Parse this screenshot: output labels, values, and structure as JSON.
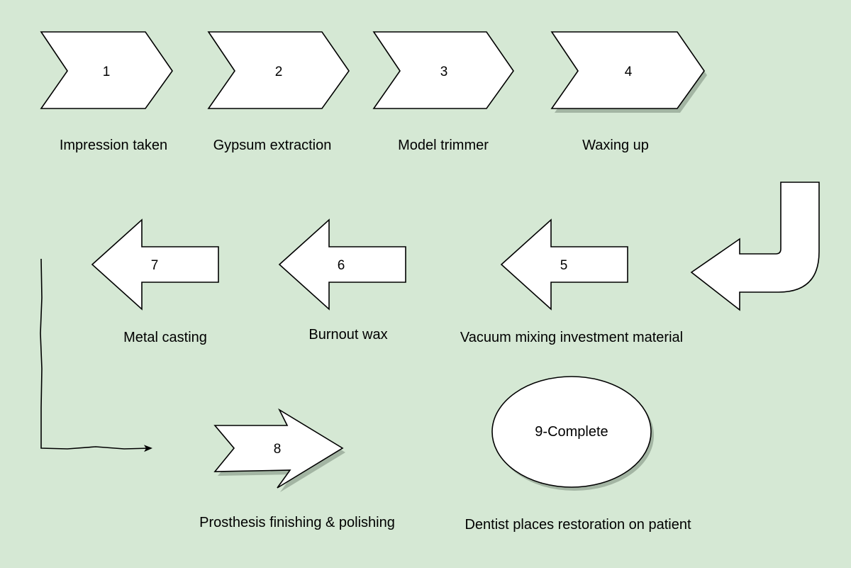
{
  "colors": {
    "background": "#d5e8d4",
    "shape_fill": "#ffffff",
    "stroke": "#000000"
  },
  "steps": [
    {
      "number": "1",
      "label": "Impression taken"
    },
    {
      "number": "2",
      "label": "Gypsum extraction"
    },
    {
      "number": "3",
      "label": "Model trimmer"
    },
    {
      "number": "4",
      "label": "Waxing up"
    },
    {
      "number": "5",
      "label": "Vacuum mixing investment material"
    },
    {
      "number": "6",
      "label": "Burnout wax"
    },
    {
      "number": "7",
      "label": "Metal casting"
    },
    {
      "number": "8",
      "label": "Prosthesis finishing & polishing"
    },
    {
      "number": "9-Complete",
      "label": "Dentist places restoration on patient"
    }
  ]
}
